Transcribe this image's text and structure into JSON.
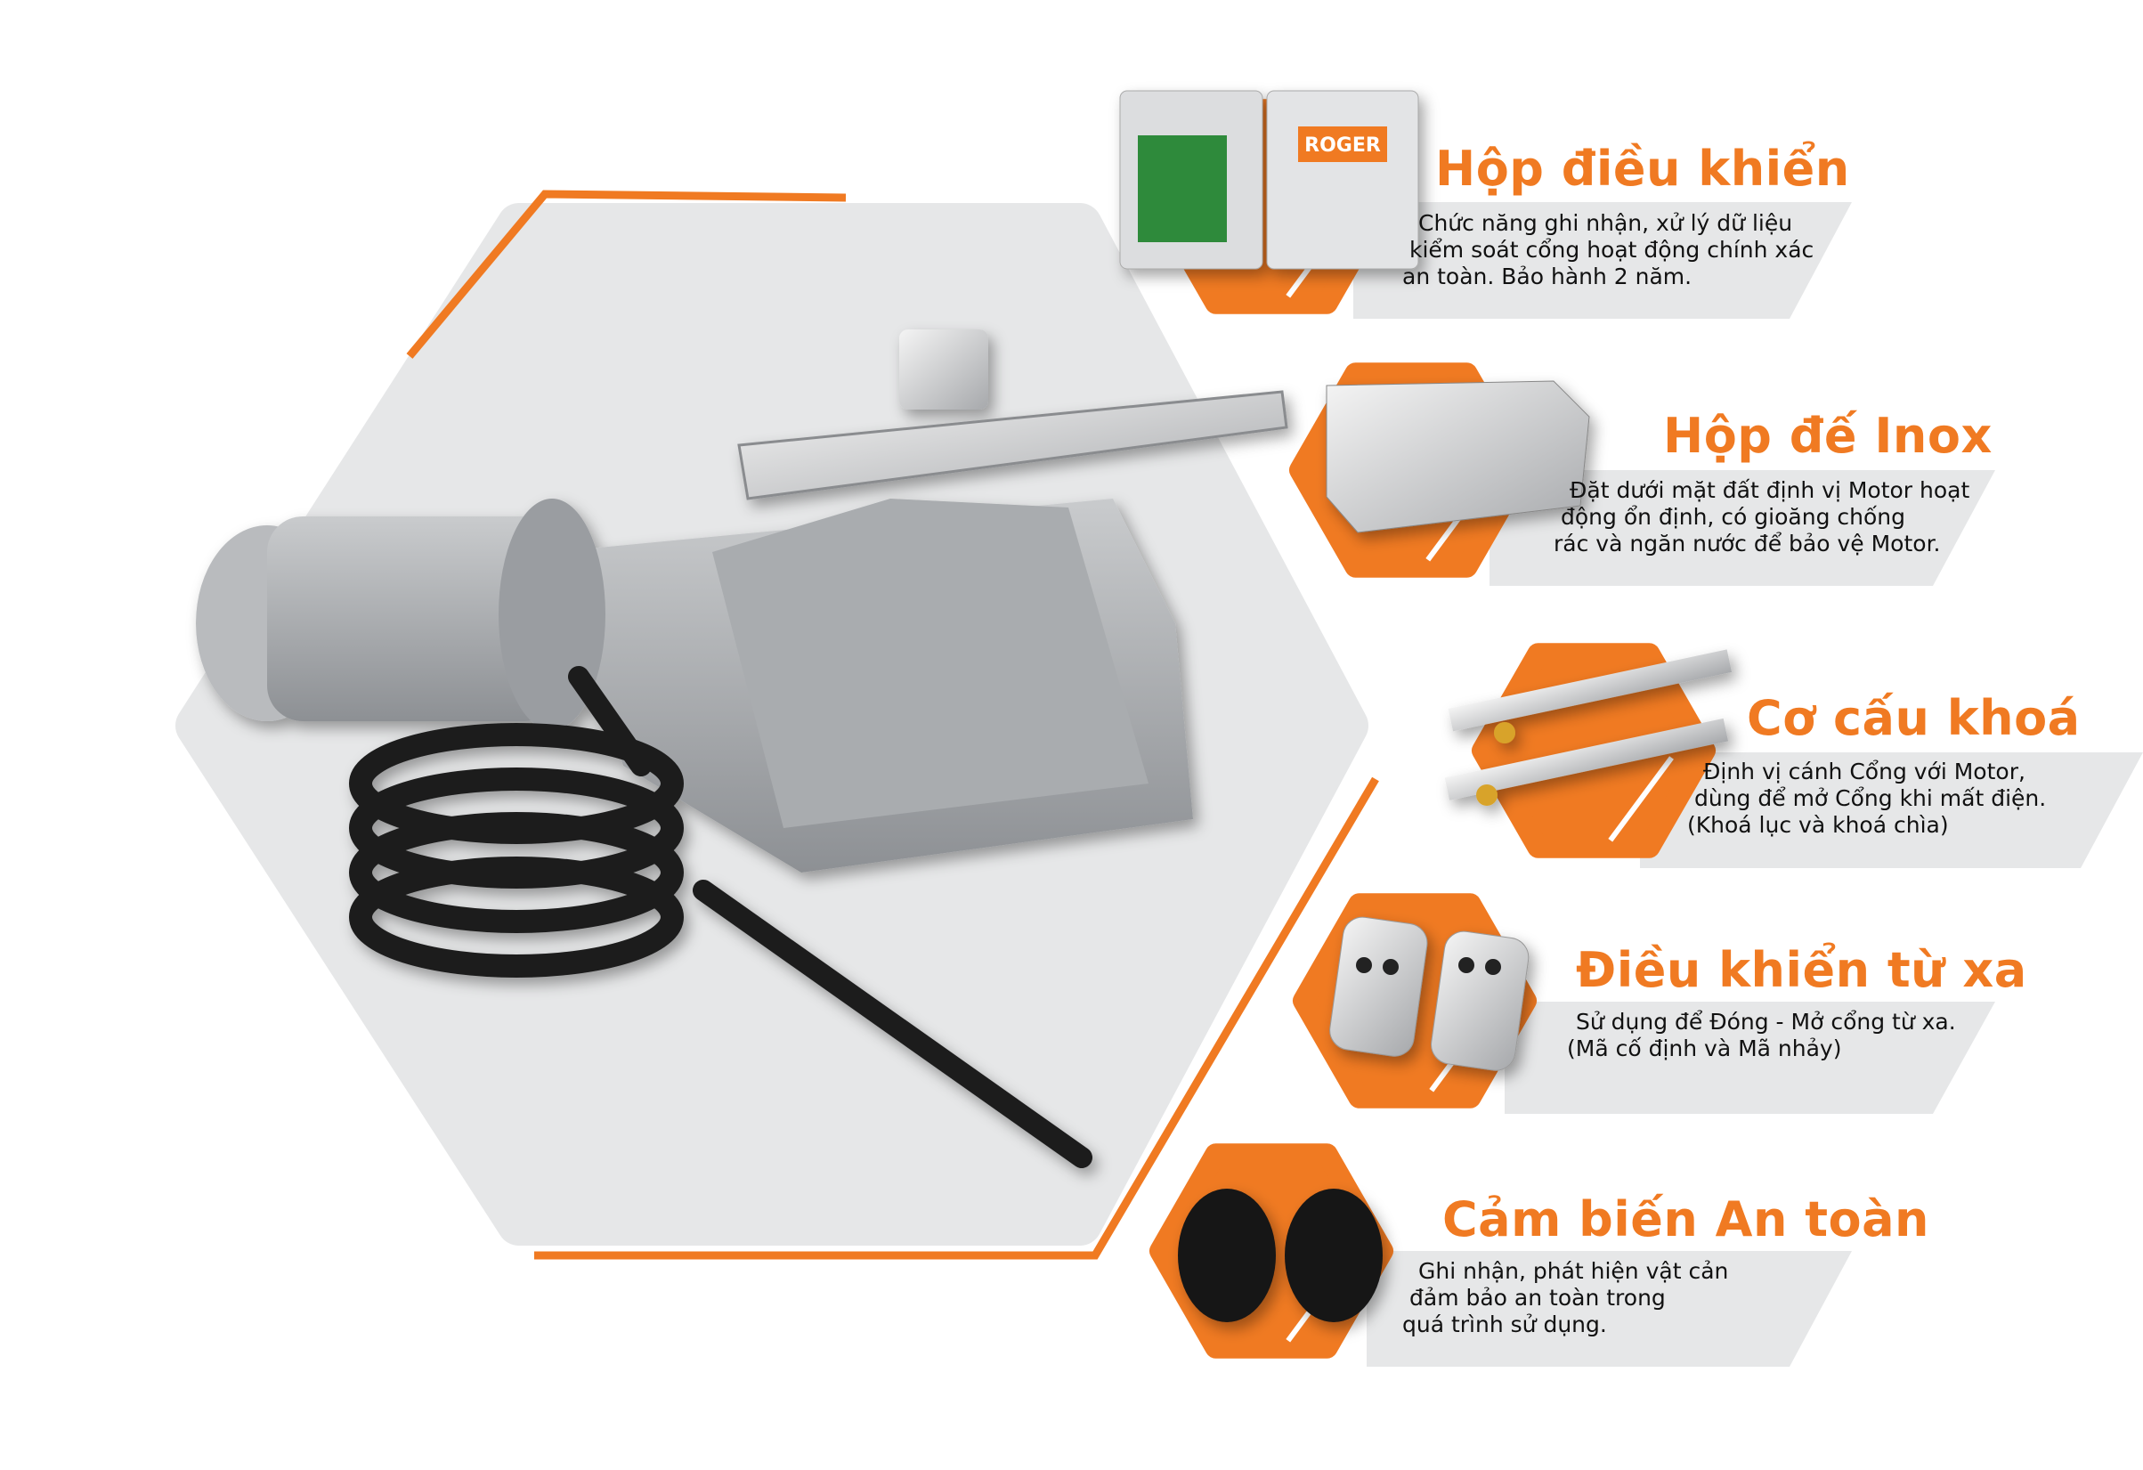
{
  "colors": {
    "accent": "#f07a22",
    "panel": "#e6e7e8",
    "text": "#111111"
  },
  "features": [
    {
      "title": "Hộp điều khiển",
      "icon": "control-box-icon",
      "lines": [
        "Chức năng ghi nhận, xử lý dữ liệu",
        "kiểm soát cổng hoạt động chính xác",
        "an toàn. Bảo hành 2 năm."
      ]
    },
    {
      "title": "Hộp đế Inox",
      "icon": "stainless-base-box-icon",
      "lines": [
        "Đặt dưới mặt đất định vị Motor hoạt",
        "động ổn định, có gioăng chống",
        "rác và ngăn nước để bảo vệ Motor."
      ]
    },
    {
      "title": "Cơ cấu khoá",
      "icon": "release-lock-icon",
      "lines": [
        "Định vị cánh Cổng với Motor,",
        "dùng để mở Cổng khi mất điện.",
        "(Khoá lục và khoá chìa)"
      ]
    },
    {
      "title": "Điều khiển từ xa",
      "icon": "remote-control-icon",
      "lines": [
        "Sử dụng để Đóng - Mở cổng từ xa.",
        "(Mã cố định và Mã nhảy)"
      ]
    },
    {
      "title": "Cảm biến An toàn",
      "icon": "safety-sensor-icon",
      "lines": [
        "Ghi nhận, phát hiện vật cản",
        "đảm bảo an toàn trong",
        "quá trình sử dụng."
      ]
    }
  ],
  "product": {
    "icon": "underground-gate-motor-icon",
    "brand_mark": "ROGER"
  }
}
